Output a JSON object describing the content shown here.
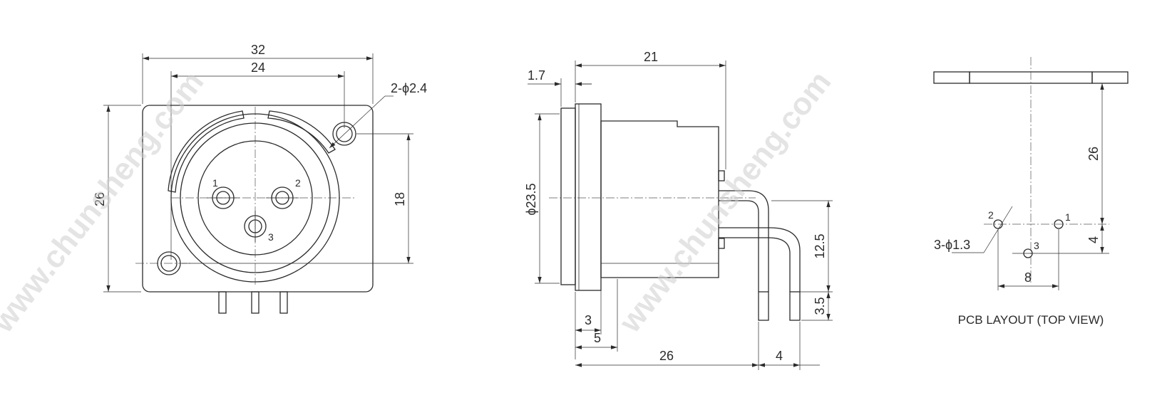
{
  "watermark": "www.chunsheng.com",
  "front_view": {
    "dim_width_total": "32",
    "dim_width_holes": "24",
    "dim_height_total": "26",
    "dim_height_holes": "18",
    "dim_mount_hole": "2-ϕ2.4",
    "pin_labels": [
      "1",
      "2",
      "3"
    ]
  },
  "side_view": {
    "dim_length_body": "21",
    "dim_flange": "1.7",
    "dim_diameter": "ϕ23.5",
    "dim_bend_height": "12.5",
    "dim_pin_length": "3.5",
    "dim_front_3": "3",
    "dim_front_5": "5",
    "dim_base_26": "26",
    "dim_pin_pitch_4": "4"
  },
  "pcb_layout": {
    "caption": "PCB LAYOUT (TOP VIEW)",
    "dim_vertical_26": "26",
    "dim_vertical_4": "4",
    "dim_horizontal_8": "8",
    "dim_holes": "3-ϕ1.3",
    "pin_labels": [
      "1",
      "2",
      "3"
    ]
  }
}
